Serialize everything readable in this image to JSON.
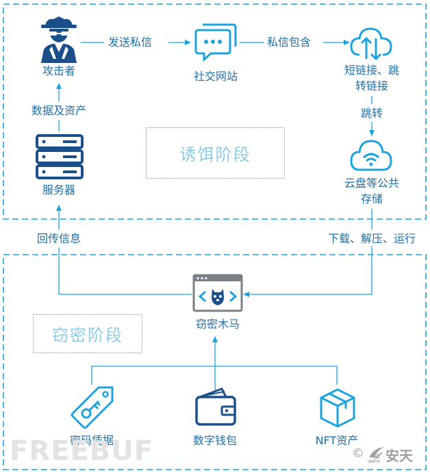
{
  "stages": {
    "lure": "诱饵阶段",
    "steal": "窃密阶段"
  },
  "nodes": {
    "attacker": "攻击者",
    "social": "社交网站",
    "shortlink": [
      "短链接、跳",
      "转链接"
    ],
    "cloud": [
      "云盘等公共",
      "存储"
    ],
    "server": "服务器",
    "trojan": "窃密木马",
    "credentials": "密码凭据",
    "wallet": "数字钱包",
    "nft": "NFT资产"
  },
  "edges": {
    "send_dm": "发送私信",
    "dm_contains": "私信包含",
    "redirect": "跳转",
    "data_assets": "数据及资产",
    "callback": "回传信息",
    "download_run": "下载、解压、运行"
  },
  "watermarks": {
    "freebuf": "FREEBUF",
    "antiy": "安天",
    "antiy_small": "ANTIY",
    "copyright": "©"
  },
  "colors": {
    "accent": "#1aa3de",
    "icon_dark": "#1b4f8a",
    "stage_text": "#8ccbe6"
  }
}
